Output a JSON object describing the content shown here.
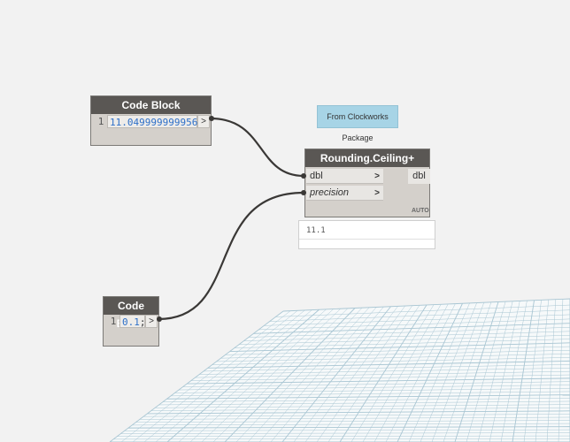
{
  "nodes": {
    "code_block_1": {
      "title": "Code Block",
      "line_number": "1",
      "code_value": "11.049999999956",
      "terminator": ";",
      "output_symbol": ">"
    },
    "code_block_2": {
      "title": "Code Block",
      "line_number": "1",
      "code_value": "0.1",
      "terminator": ";",
      "output_symbol": ">"
    },
    "rounding_ceiling": {
      "title": "Rounding.Ceiling+",
      "inputs": [
        {
          "label": "dbl",
          "chevron": ">"
        },
        {
          "label": "precision",
          "chevron": ">"
        }
      ],
      "output_label": "dbl",
      "lacing": "AUTO"
    }
  },
  "preview": {
    "value": "11.1"
  },
  "note": {
    "text": "From Clockworks Package"
  },
  "colors": {
    "node_header": "#5a5754",
    "node_body": "#d4d0cb",
    "code_number": "#2d6fc8",
    "note_bg": "#a7d4e6",
    "wire": "#3a3836",
    "canvas": "#f2f2f2",
    "grid_line": "#a9c6d3"
  }
}
